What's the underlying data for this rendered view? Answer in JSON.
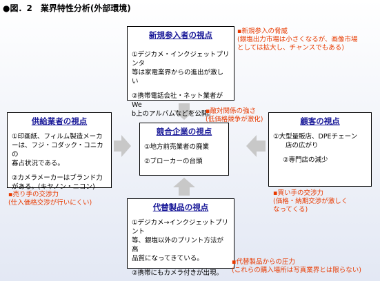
{
  "figure": {
    "title": "●図．2　業界特性分析(外部環境)"
  },
  "boxes": {
    "new_entrants": {
      "title": "新規参入者の視点",
      "lines": [
        "①デジカメ・インクジェットプリンタ",
        "等は家電業界からの進出が激しい",
        "②携帯電話会社・ネット業者がWe",
        "b上のアルバムなどを公開。"
      ]
    },
    "suppliers": {
      "title": "供給業者の視点",
      "lines": [
        "①印画紙、フィルム製造メーカ",
        "ーは、フジ・コダック・コニカの",
        "寡占状況である。",
        "②カメラメーカーはブランド力",
        "がある。(キヤノン・ニコン)"
      ]
    },
    "competitors": {
      "title": "競合企業の視点",
      "lines": [
        "①地方前売業者の廃業",
        "②ブローカーの台頭"
      ]
    },
    "customers": {
      "title": "顧客の視点",
      "lines": [
        "①大型量販店、DPEチェーン",
        "店の広がり",
        "②専門店の減少"
      ]
    },
    "substitutes": {
      "title": "代替製品の視点",
      "lines": [
        "①デジカメ→インクジェットプリント",
        "等、銀塩以外のプリント方法が高",
        "品質になってきている。",
        "②携帯にもカメラ付きが出現。"
      ]
    }
  },
  "notes": {
    "entry_threat": {
      "bullet": "▪",
      "lines": [
        "新規参入の脅威",
        "(銀塩出力市場は小さくなるが、画像市場",
        "としては拡大し、チャンスでもある)"
      ]
    },
    "rivalry": {
      "bullet": "▪",
      "lines": [
        "敵対関係の強さ",
        "(低価格競争が激化)"
      ]
    },
    "seller_power": {
      "bullet": "▪",
      "lines": [
        "売り手の交渉力",
        "(仕入価格交渉が行いにくい)"
      ]
    },
    "buyer_power": {
      "bullet": "▪",
      "lines": [
        "買い手の交渉力",
        "(価格・納期交渉が激しく",
        "なってくる)"
      ]
    },
    "substitute_pressure": {
      "bullet": "▪",
      "lines": [
        "代替製品からの圧力",
        "(これらの購入場所は写真業界とは限らない)"
      ]
    }
  },
  "colors": {
    "box_title": "#1a1a99",
    "note_text": "#e83a00",
    "arrow_fill": "#c8c8c8"
  }
}
